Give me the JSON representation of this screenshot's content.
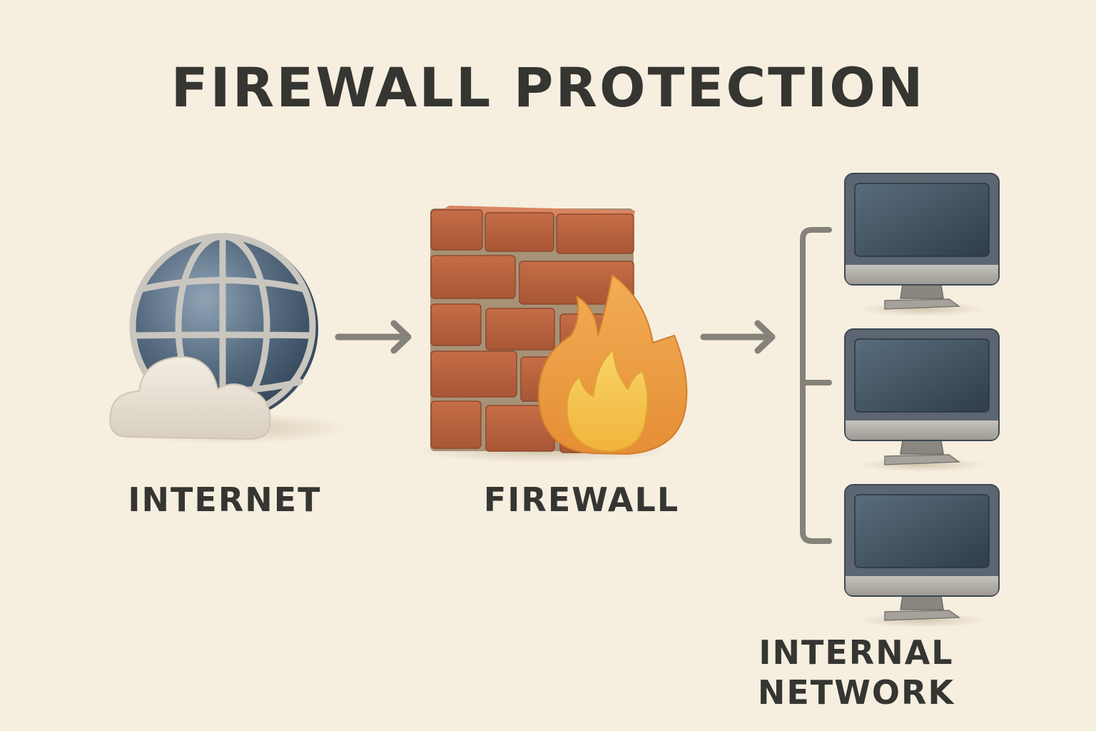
{
  "title": "FIREWALL PROTECTION",
  "nodes": {
    "internet": {
      "label": "INTERNET",
      "icon": "globe-cloud-icon"
    },
    "firewall": {
      "label": "FIREWALL",
      "icon": "brick-wall-flame-icon"
    },
    "internal_network": {
      "label": "INTERNAL NETWORK",
      "icon": "computer-monitor-icon",
      "computers": [
        "computer-1",
        "computer-2",
        "computer-3"
      ]
    }
  },
  "edges": [
    {
      "from": "internet",
      "to": "firewall"
    },
    {
      "from": "firewall",
      "to": "internal_network"
    }
  ],
  "colors": {
    "background": "#f6eedf",
    "text": "#353532",
    "arrow": "#85827a",
    "globe": "#4d6075",
    "brick": "#b6603e",
    "flame_outer": "#eda048",
    "flame_inner": "#f7c64e",
    "monitor_frame": "#5c6672",
    "monitor_screen": "#3d4d5c"
  }
}
